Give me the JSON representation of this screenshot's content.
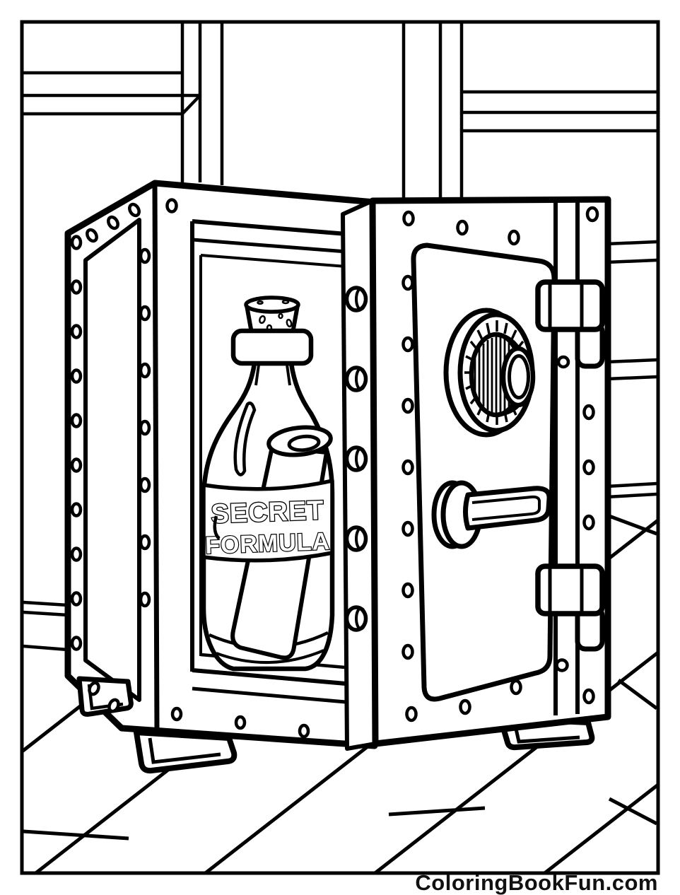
{
  "page": {
    "background_color": "#ffffff",
    "line_color": "#000000",
    "footer": {
      "site_label": "ColoringBookFun.com",
      "text_color": "#111111"
    }
  },
  "illustration": {
    "bottle_label": {
      "line1": "SECRET",
      "line2": "FORMULA"
    },
    "scene_parts": [
      "wall-paneling",
      "wood-plank-floor",
      "safe-body",
      "safe-left-panel",
      "rivets",
      "safe-opening",
      "corked-bottle",
      "cork",
      "rolled-scroll",
      "bottle-label",
      "door-edge-locking-bolts",
      "open-safe-door",
      "door-inner-panel",
      "combination-dial",
      "door-handle",
      "top-hinge",
      "bottom-hinge",
      "safe-feet"
    ]
  }
}
